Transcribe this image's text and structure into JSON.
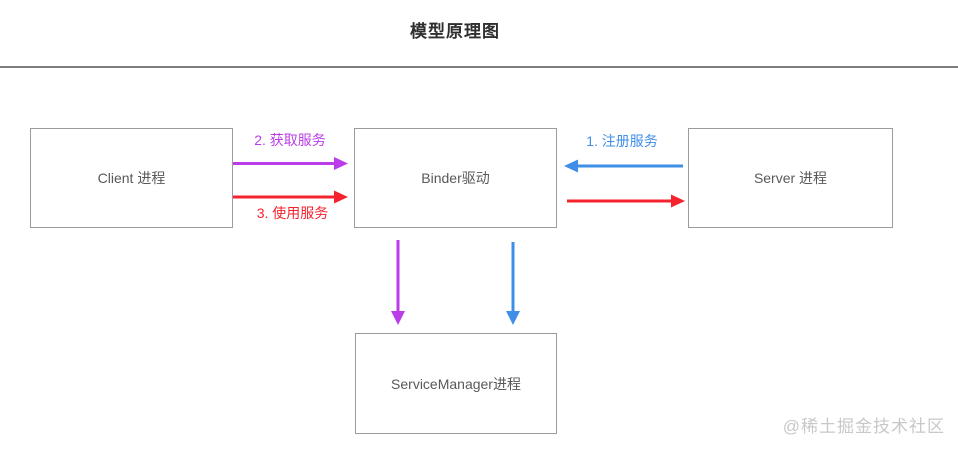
{
  "title": "模型原理图",
  "boxes": {
    "client": {
      "label": "Client 进程"
    },
    "binder": {
      "label": "Binder驱动"
    },
    "server": {
      "label": "Server 进程"
    },
    "service_manager": {
      "label": "ServiceManager进程"
    }
  },
  "arrows": {
    "register_service": {
      "label": "1. 注册服务",
      "color": "#3f8fe8",
      "from": "Server 进程",
      "to": "Binder驱动"
    },
    "get_service": {
      "label": "2. 获取服务",
      "color": "#bb3de9",
      "from": "Client 进程",
      "to": "Binder驱动"
    },
    "use_service": {
      "label": "3. 使用服务",
      "color": "#f5232e",
      "from": "Client 进程",
      "to": "Binder驱动"
    },
    "binder_to_server": {
      "color": "#f5232e",
      "from": "Binder驱动",
      "to": "Server 进程"
    },
    "binder_to_sm_purple": {
      "color": "#bb3de9",
      "from": "Binder驱动",
      "to": "ServiceManager进程"
    },
    "binder_to_sm_blue": {
      "color": "#3f8fe8",
      "from": "Binder驱动",
      "to": "ServiceManager进程"
    }
  },
  "watermark": "@稀土掘金技术社区",
  "colors": {
    "box_border": "#9b9b9b",
    "box_text": "#595959",
    "title_text": "#2f2f2f",
    "divider": "#7e7e7e",
    "watermark": "#c8c8c8"
  }
}
